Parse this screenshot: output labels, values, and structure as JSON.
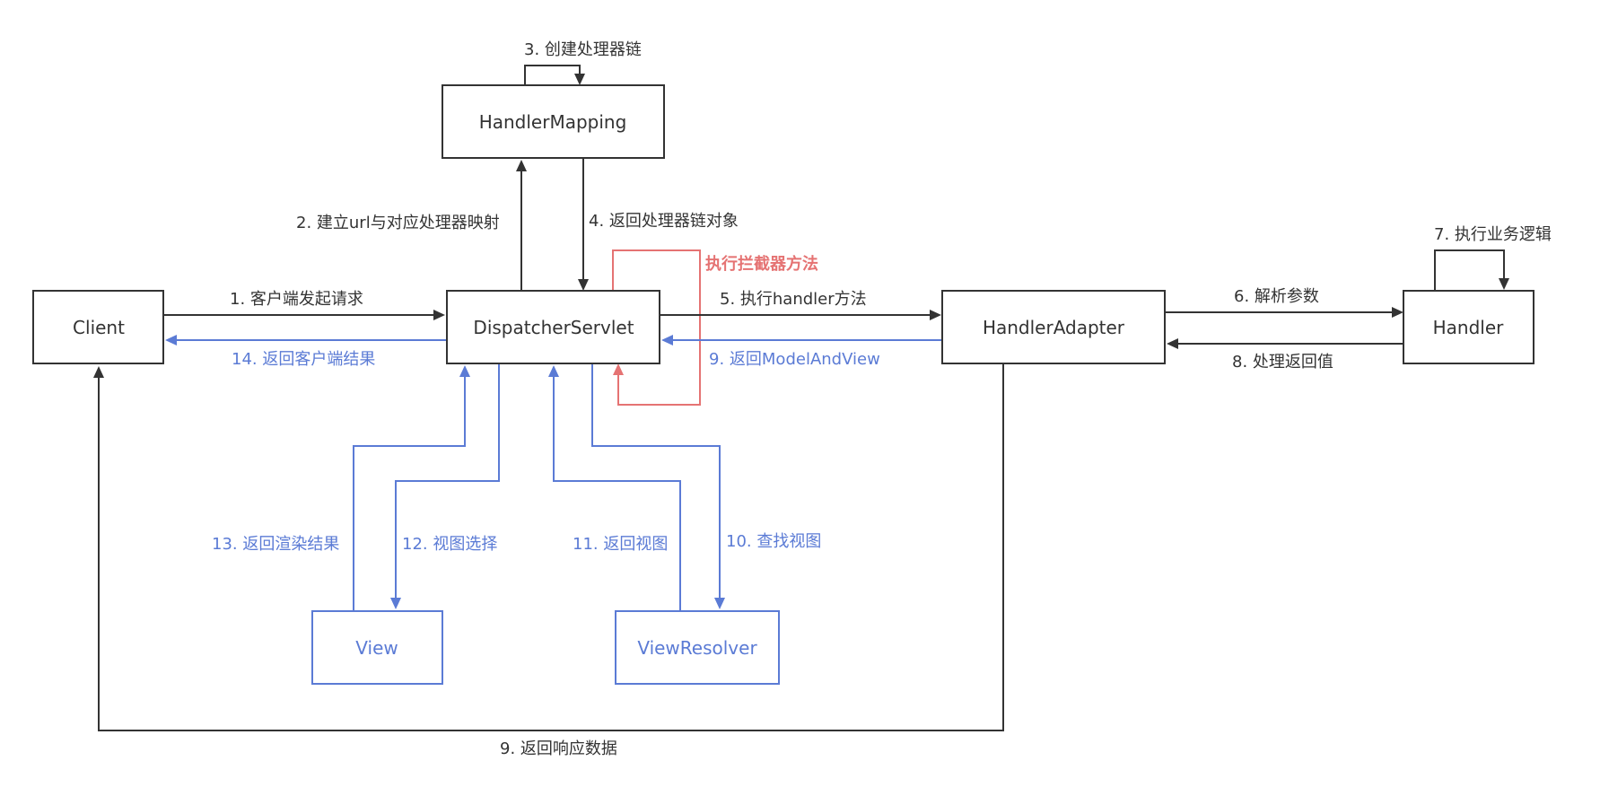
{
  "colors": {
    "black": "#333333",
    "blue": "#5b7bd5",
    "red": "#e57373"
  },
  "nodes": {
    "client": "Client",
    "dispatcher": "DispatcherServlet",
    "mapping": "HandlerMapping",
    "adapter": "HandlerAdapter",
    "handler": "Handler",
    "view": "View",
    "resolver": "ViewResolver"
  },
  "edges": {
    "e1": "1. 客户端发起请求",
    "e2": "2. 建立url与对应处理器映射",
    "e3": "3. 创建处理器链",
    "e4": "4. 返回处理器链对象",
    "e5": "5. 执行handler方法",
    "e6": "6. 解析参数",
    "e7": "7. 执行业务逻辑",
    "e8": "8. 处理返回值",
    "e9a": "9. 返回ModelAndView",
    "e9b": "9. 返回响应数据",
    "e10": "10. 查找视图",
    "e11": "11. 返回视图",
    "e12": "12. 视图选择",
    "e13": "13. 返回渲染结果",
    "e14": "14. 返回客户端结果",
    "interceptor": "执行拦截器方法"
  }
}
